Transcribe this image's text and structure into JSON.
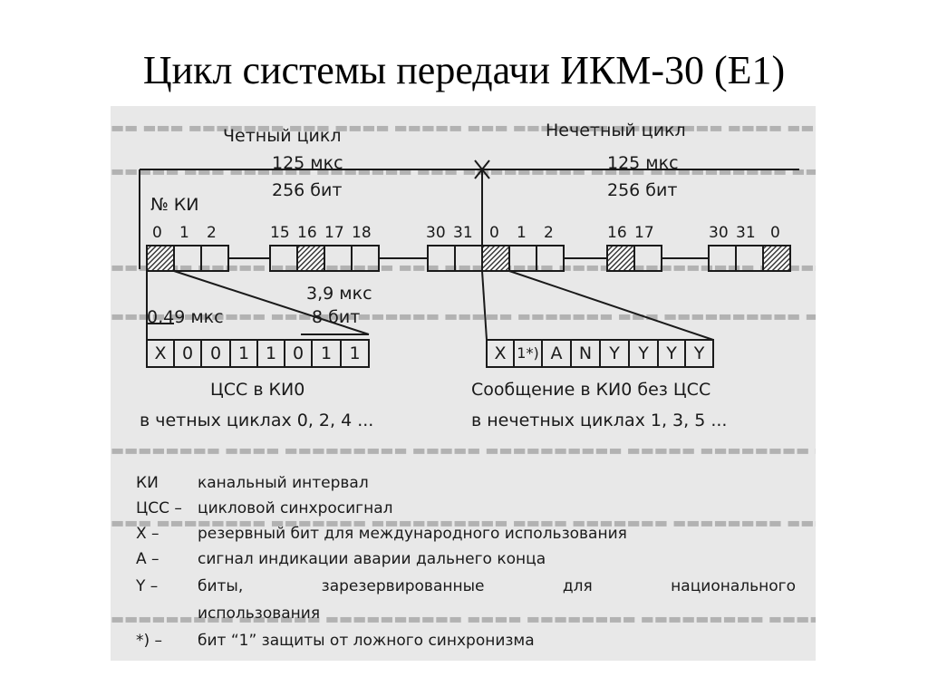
{
  "slide": {
    "title": "Цикл системы передачи ИКМ-30 (Е1)"
  },
  "diagram": {
    "even_cycle": {
      "title": "Четный цикл",
      "period": "125 мкс",
      "bits": "256 бит",
      "ki_number_label": "№ КИ",
      "slot_labels": [
        "0",
        "1",
        "2",
        "15",
        "16",
        "17",
        "18",
        "30",
        "31"
      ],
      "slot_duration": "3,9 мкс",
      "slot_bits": "8 бит",
      "bit_duration": "0,49 мкс",
      "bit_values": [
        "X",
        "0",
        "0",
        "1",
        "1",
        "0",
        "1",
        "1"
      ],
      "caption_1": "ЦСС в КИ0",
      "caption_2": "в четных циклах 0, 2, 4 ..."
    },
    "odd_cycle": {
      "title": "Нечетный цикл",
      "period": "125 мкс",
      "bits": "256 бит",
      "slot_labels": [
        "0",
        "1",
        "2",
        "16",
        "17",
        "30",
        "31",
        "0"
      ],
      "bit_values": [
        "X",
        "1*)",
        "A",
        "N",
        "Y",
        "Y",
        "Y",
        "Y"
      ],
      "caption_1": "Сообщение в КИ0 без ЦСС",
      "caption_2": "в нечетных циклах 1, 3, 5 ..."
    }
  },
  "legend": [
    {
      "term": "КИ",
      "definition": "канальный интервал"
    },
    {
      "term": "ЦСС –",
      "definition": "цикловой синхросигнал"
    },
    {
      "term": "X –",
      "definition": "резервный бит для международного использования"
    },
    {
      "term": "A –",
      "definition": "сигнал индикации аварии дальнего конца"
    },
    {
      "term": "Y –",
      "definition": "биты, зарезервированные для национального"
    },
    {
      "term": "",
      "definition": "использования"
    },
    {
      "term": "*) –",
      "definition": "бит “1” защиты от ложного синхронизма"
    }
  ],
  "colors": {
    "scan_background": "#e8e8e8",
    "ink": "#1a1a1a",
    "hatch": "#3a3a3a"
  }
}
